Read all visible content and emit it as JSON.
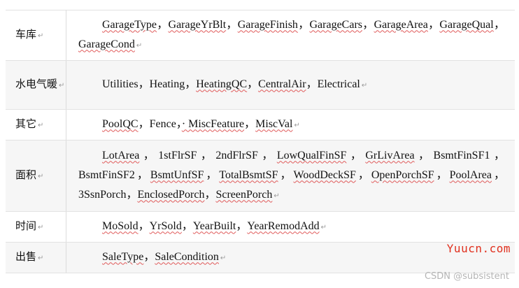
{
  "paragraph_mark": "↵",
  "rows": [
    {
      "category": "车库",
      "features": [
        {
          "text": "GarageType",
          "underlined": true
        },
        {
          "text": "GarageYrBlt",
          "underlined": true
        },
        {
          "text": "GarageFinish",
          "underlined": true
        },
        {
          "text": "GarageCars",
          "underlined": true
        },
        {
          "text": "GarageArea",
          "underlined": true
        },
        {
          "text": "GarageQual",
          "underlined": true
        },
        {
          "text": "GarageCond",
          "underlined": true
        }
      ]
    },
    {
      "category": "水电气暖",
      "features": [
        {
          "text": "Utilities",
          "underlined": false
        },
        {
          "text": "Heating",
          "underlined": false
        },
        {
          "text": "HeatingQC",
          "underlined": true
        },
        {
          "text": "CentralAir",
          "underlined": true
        },
        {
          "text": "Electrical",
          "underlined": false
        }
      ]
    },
    {
      "category": "其它",
      "features": [
        {
          "text": "PoolQC",
          "underlined": true
        },
        {
          "text": "Fence",
          "underlined": false
        },
        {
          "text": "· MiscFeature",
          "underlined": true
        },
        {
          "text": "MiscVal",
          "underlined": true
        }
      ]
    },
    {
      "category": "面积",
      "features": [
        {
          "text": "LotArea",
          "underlined": true
        },
        {
          "text": "1stFlrSF",
          "underlined": false
        },
        {
          "text": "2ndFlrSF",
          "underlined": false
        },
        {
          "text": "LowQualFinSF",
          "underlined": true
        },
        {
          "text": "GrLivArea",
          "underlined": true
        },
        {
          "text": "BsmtFinSF1",
          "underlined": false
        },
        {
          "text": "BsmtFinSF2",
          "underlined": false
        },
        {
          "text": "BsmtUnfSF",
          "underlined": true
        },
        {
          "text": "TotalBsmtSF",
          "underlined": true
        },
        {
          "text": "WoodDeckSF",
          "underlined": true
        },
        {
          "text": "OpenPorchSF",
          "underlined": true
        },
        {
          "text": "PoolArea",
          "underlined": true
        },
        {
          "text": "3SsnPorch",
          "underlined": false
        },
        {
          "text": "EnclosedPorch",
          "underlined": true
        },
        {
          "text": "ScreenPorch",
          "underlined": true
        }
      ]
    },
    {
      "category": "时间",
      "features": [
        {
          "text": "MoSold",
          "underlined": true
        },
        {
          "text": "YrSold",
          "underlined": true
        },
        {
          "text": "YearBuilt",
          "underlined": true
        },
        {
          "text": "YearRemodAdd",
          "underlined": true
        }
      ]
    },
    {
      "category": "出售",
      "features": [
        {
          "text": "SaleType",
          "underlined": true
        },
        {
          "text": "SaleCondition",
          "underlined": true
        }
      ]
    }
  ],
  "separator": "，",
  "watermarks": {
    "yuucn": "Yuucn.com",
    "csdn": "CSDN @subsistent"
  },
  "colors": {
    "spellcheck_underline": "#e05a5a",
    "yuucn_watermark": "#e0301e",
    "csdn_watermark": "#b5b5b5"
  }
}
